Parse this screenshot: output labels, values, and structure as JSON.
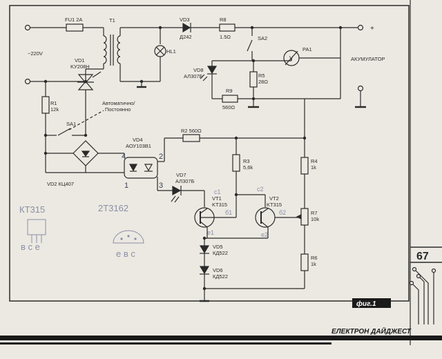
{
  "labels": {
    "fu1": "FU1 2A",
    "t1": "T1",
    "vd3": "VD3",
    "vd3_type": "Д242",
    "r8": "R8",
    "r8_val": "1.5Ω",
    "sa2": "SA2",
    "plus": "+",
    "mains": "~220V",
    "vd1": "VD1",
    "vd1_type": "KУ208H",
    "hl1": "HL1",
    "vd8": "VD8",
    "vd8_type": "АЛ307Б",
    "r5": "R5",
    "r5_val": "28Ω",
    "pa1": "PA1",
    "v_meter": "V",
    "akumulator": "АКУМУЛАТОР",
    "r1": "R1",
    "r1_val": "12k",
    "mode_line1": "Автоматично/",
    "mode_line2": "Постоянно",
    "r9": "R9",
    "r9_val": "560Ω",
    "sa1": "SA1",
    "vd4": "VD4",
    "vd4_type": "АОУ103В1",
    "r2": "R2 560Ω",
    "r3": "R3",
    "r3_val": "5,6k",
    "r4": "R4",
    "r4_val": "1k",
    "vd7": "VD7",
    "vd7_type": "АЛ307Б",
    "vd2": "VD2 КЦ407",
    "vt1": "VT1",
    "vt1_type": "KT315",
    "vt2": "VT2",
    "vt2_type": "KT315",
    "r7": "R7",
    "r7_val": "10k",
    "vd5": "VD5",
    "vd5_type": "КД522",
    "vd6": "VD6",
    "vd6_type": "КД522",
    "r6": "R6",
    "r6_val": "1k",
    "pin4": "4",
    "pin2": "2",
    "pin1": "1",
    "pin3": "3",
    "hand_c1": "c1",
    "hand_b1": "б1",
    "hand_e1": "e1",
    "hand_c2": "c2",
    "hand_b2": "б2",
    "hand_e2": "e2",
    "hand_kt315": "КТ315",
    "hand_2t": "2Т3162",
    "hand_bce": "в с е",
    "hand_ebc": "е в с",
    "fig": "фиг.1",
    "page_num": "67",
    "footer": "ЕЛЕКТРОН ДАЙДЖЕСТ"
  },
  "colors": {
    "ink": "#2a2a2a",
    "paper": "#ece9e2",
    "hand_ink": "#8a8fa6",
    "footer_black": "#1a1a1a"
  }
}
